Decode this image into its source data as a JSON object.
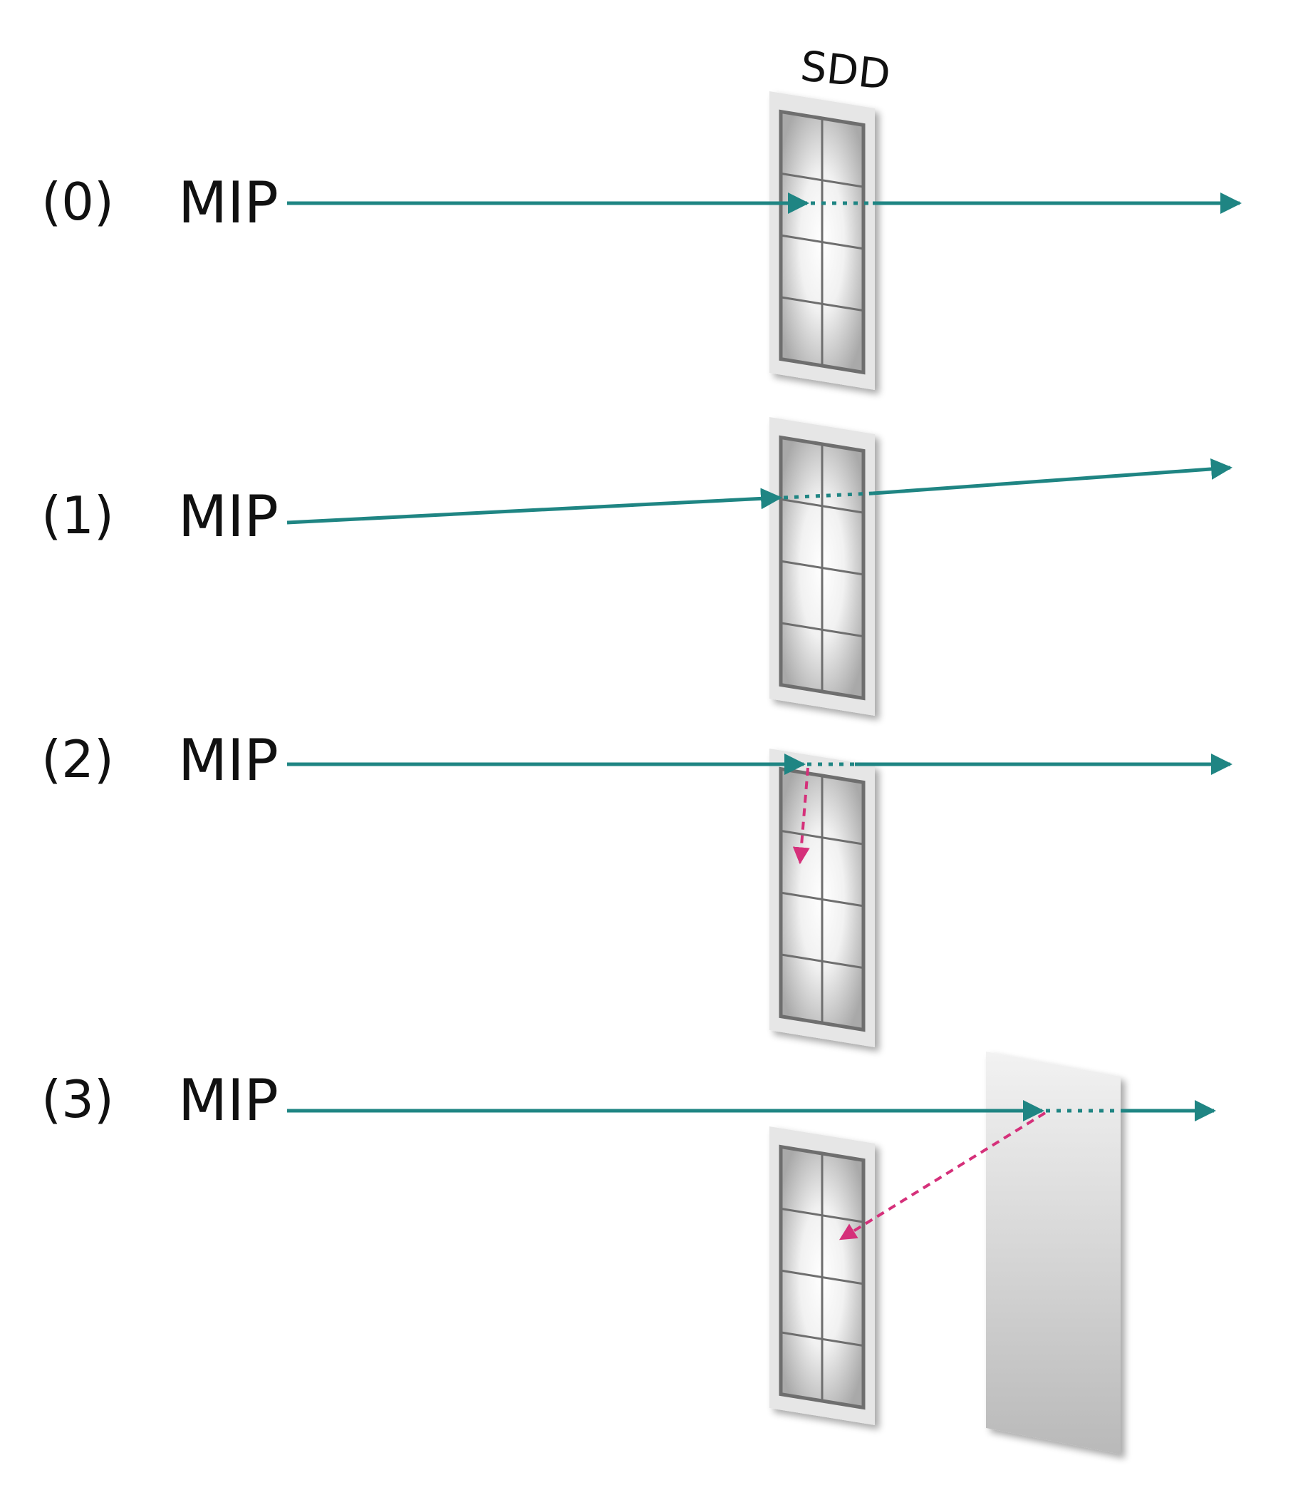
{
  "detector_label": "SDD",
  "rows": [
    {
      "index": "(0)",
      "source": "MIP"
    },
    {
      "index": "(1)",
      "source": "MIP"
    },
    {
      "index": "(2)",
      "source": "MIP"
    },
    {
      "index": "(3)",
      "source": "MIP"
    }
  ],
  "colors": {
    "beam": "#1f8583",
    "secondary": "#d5307a",
    "frame": "#e6e6e6",
    "grid": "#6e6e6e"
  }
}
